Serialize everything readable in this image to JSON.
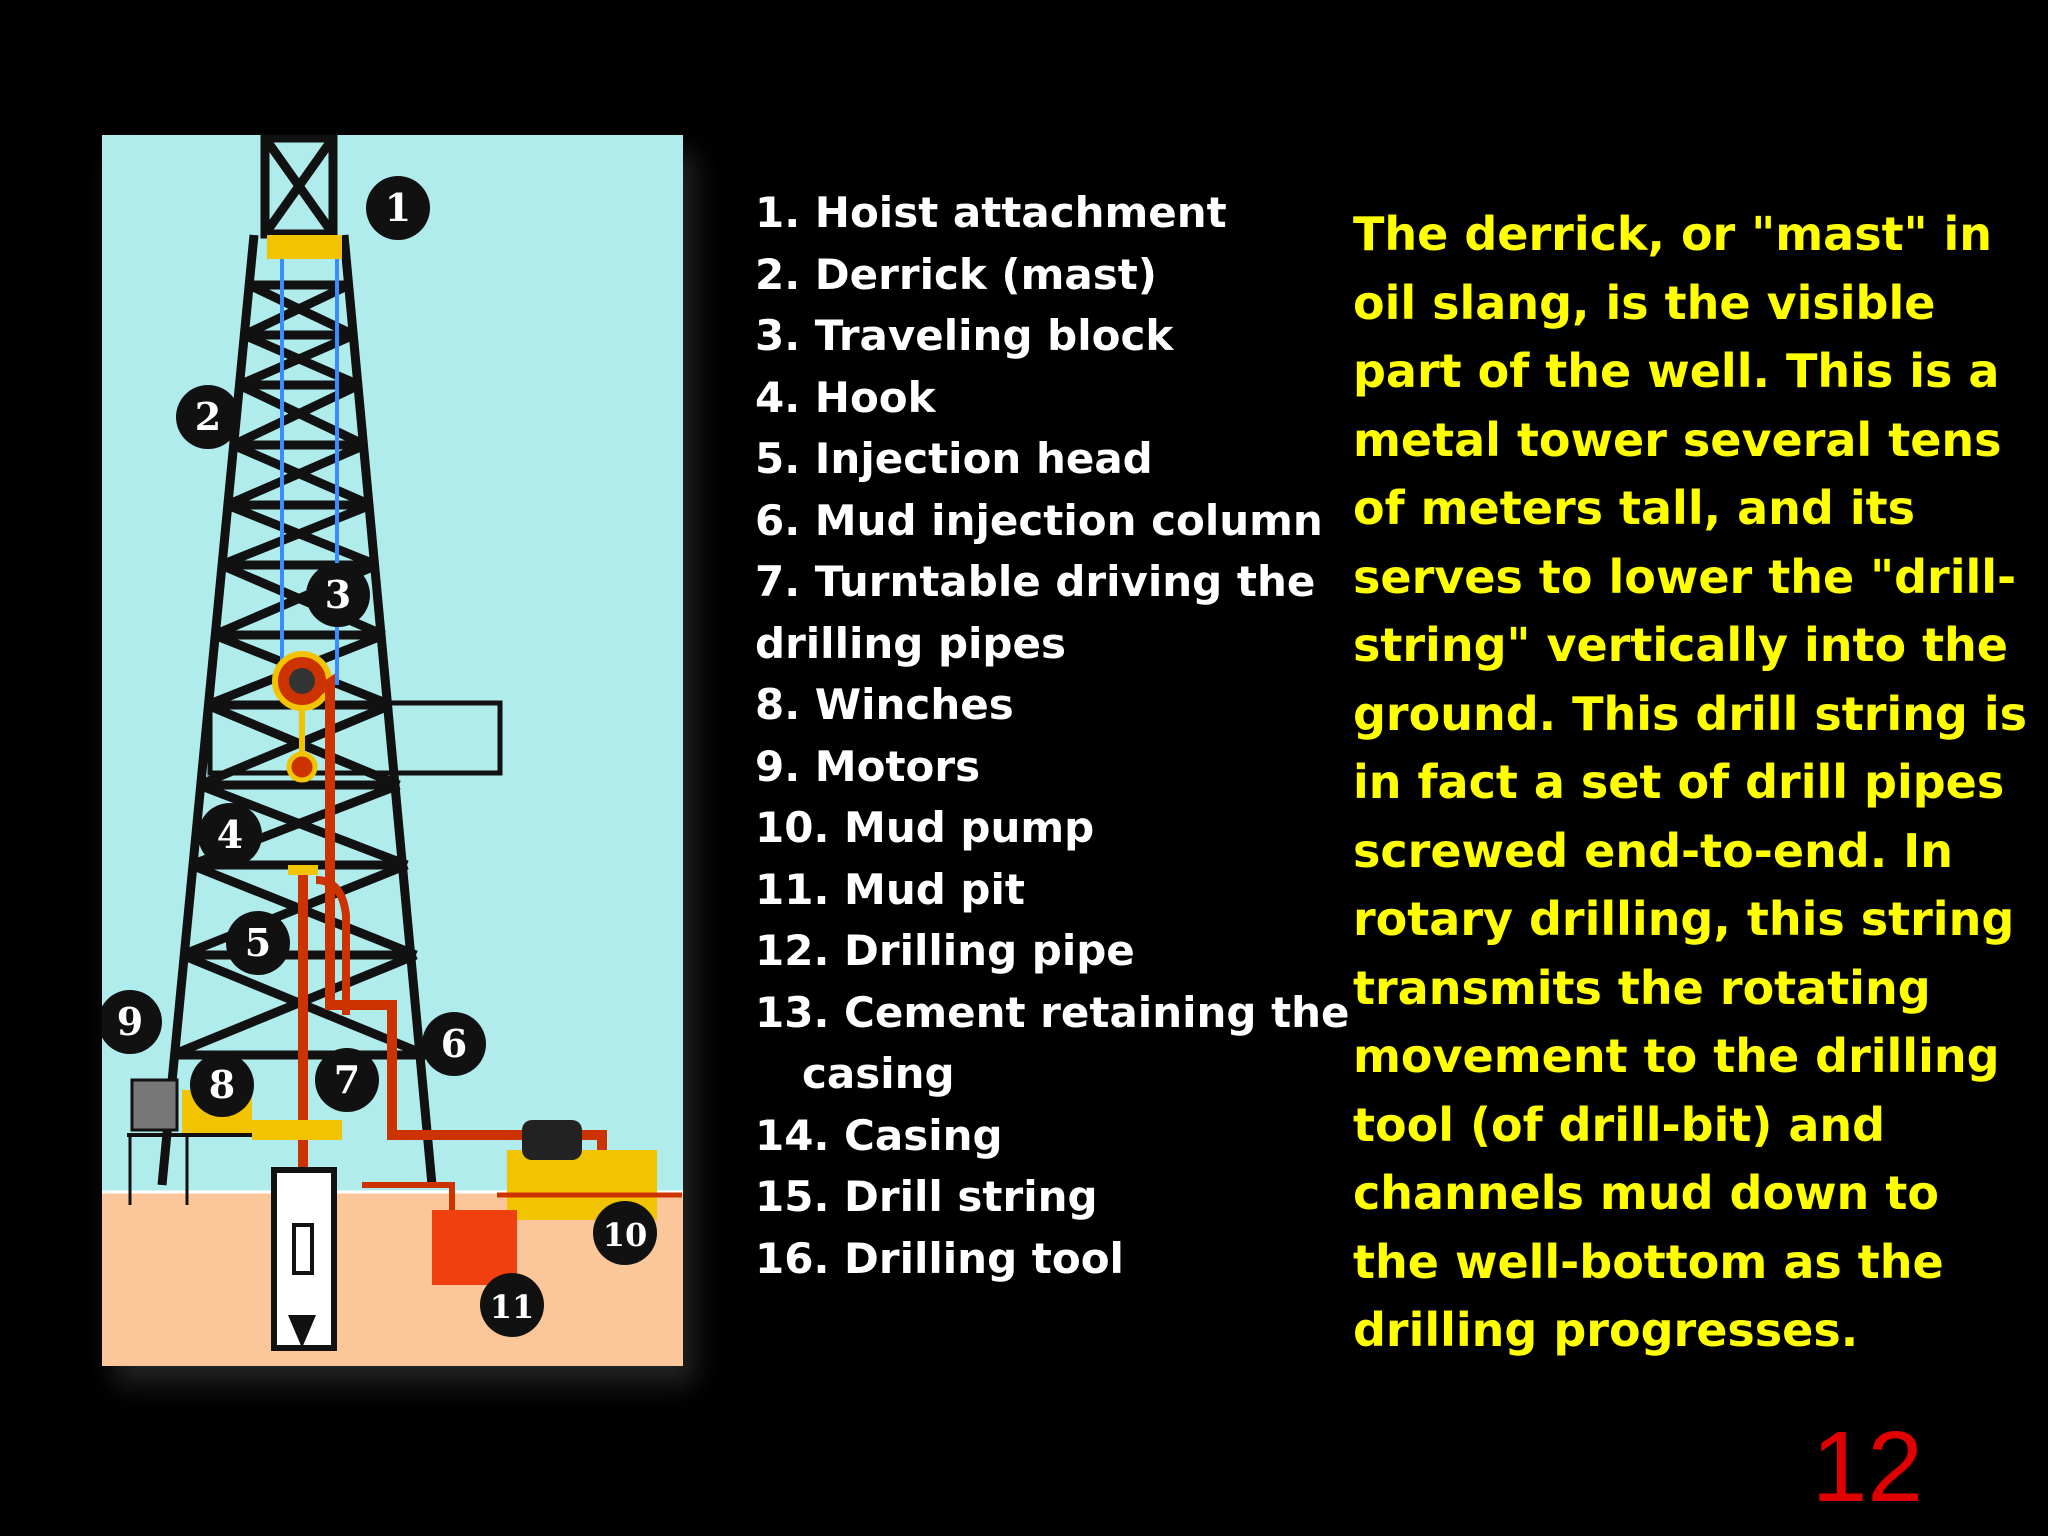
{
  "diagram": {
    "callouts": [
      "1",
      "2",
      "3",
      "4",
      "5",
      "6",
      "7",
      "8",
      "9",
      "10",
      "11"
    ]
  },
  "components": [
    {
      "line": "1. Hoist attachment"
    },
    {
      "line": "2. Derrick (mast)"
    },
    {
      "line": "3. Traveling block"
    },
    {
      "line": "4. Hook"
    },
    {
      "line": "5. Injection head"
    },
    {
      "line": "6. Mud injection column"
    },
    {
      "line": "7. Turntable driving the",
      "cont": "drilling pipes",
      "cont_indent": false
    },
    {
      "line": "8. Winches"
    },
    {
      "line": "9. Motors"
    },
    {
      "line": "10. Mud pump"
    },
    {
      "line": "11. Mud pit"
    },
    {
      "line": "12. Drilling pipe"
    },
    {
      "line": "13. Cement retaining the",
      "cont": "casing",
      "cont_indent": true
    },
    {
      "line": "14. Casing"
    },
    {
      "line": "15. Drill string"
    },
    {
      "line": "16. Drilling tool"
    }
  ],
  "description_lines": [
    "The derrick, or \"mast\" in",
    "oil slang, is the visible",
    "part of the well. This is a",
    "metal tower several tens",
    "of meters tall, and its",
    "serves to lower the \"drill-",
    "string\" vertically into the",
    "ground. This drill string is",
    "in fact a set of drill pipes",
    "screwed end-to-end. In",
    "rotary drilling, this string",
    "transmits the rotating",
    "movement to the drilling",
    "tool (of drill-bit) and",
    "channels mud down to",
    "the well-bottom as the",
    "drilling progresses."
  ],
  "slide_number": "12",
  "colors": {
    "background": "#000000",
    "sky": "#b0ecec",
    "ground": "#fbc79a",
    "derrick": "#111111",
    "mud_line": "#cc3300",
    "equipment_yellow": "#f2c300",
    "mud_pit": "#f04010",
    "list_text": "#ffffff",
    "description_text": "#ffff00",
    "slide_number": "#e00000"
  }
}
